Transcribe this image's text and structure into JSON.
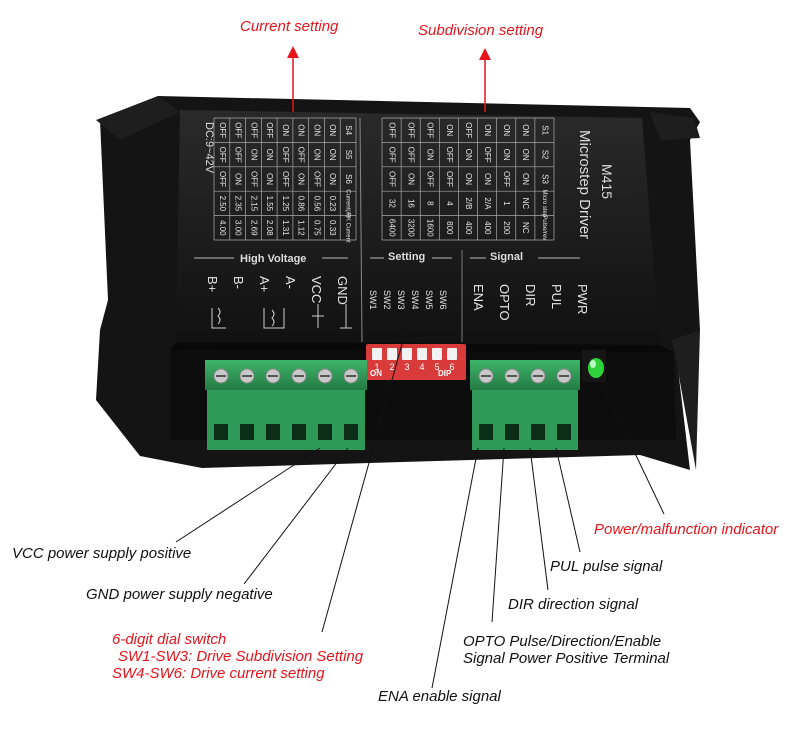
{
  "callouts": {
    "current_setting": "Current setting",
    "subdivision_setting": "Subdivision setting",
    "power_indicator": "Power/malfunction indicator",
    "pul": "PUL pulse signal",
    "dir": "DIR direction signal",
    "opto_line1": "OPTO Pulse/Direction/Enable",
    "opto_line2": "Signal Power Positive Terminal",
    "ena": "ENA enable signal",
    "vcc": "VCC power supply positive",
    "gnd": "GND power supply negative",
    "dial_line1": "6-digit dial switch",
    "dial_line2": "SW1-SW3: Drive Subdivision Setting",
    "dial_line3": "SW4-SW6: Drive current setting"
  },
  "device": {
    "name": "Microstep Driver",
    "model": "M415",
    "voltage_range": "DC:9~42V",
    "section_high_voltage": "High Voltage",
    "section_setting": "Setting",
    "section_signal": "Signal",
    "power_terminals": [
      "B+",
      "B-",
      "A+",
      "A-",
      "VCC",
      "GND"
    ],
    "switch_labels": [
      "SW1",
      "SW2",
      "SW3",
      "SW4",
      "SW5",
      "SW6"
    ],
    "signal_terminals": [
      "ENA",
      "OPTO",
      "DIR",
      "PUL",
      "PWR"
    ],
    "dip_numbers": [
      "1",
      "2",
      "3",
      "4",
      "5",
      "6"
    ],
    "dip_on": "ON",
    "dip_label": "DIP"
  },
  "current_table": {
    "headers": [
      "S4",
      "S5",
      "S6",
      "Current(A)",
      "PK Current"
    ],
    "rows": [
      [
        "ON",
        "ON",
        "ON",
        "0.23",
        "0.33"
      ],
      [
        "ON",
        "ON",
        "OFF",
        "0.56",
        "0.75"
      ],
      [
        "ON",
        "OFF",
        "ON",
        "0.86",
        "1.12"
      ],
      [
        "ON",
        "OFF",
        "OFF",
        "1.25",
        "1.31"
      ],
      [
        "OFF",
        "ON",
        "ON",
        "1.55",
        "2.08"
      ],
      [
        "OFF",
        "ON",
        "OFF",
        "2.15",
        "2.69"
      ],
      [
        "OFF",
        "OFF",
        "ON",
        "2.35",
        "3.00"
      ],
      [
        "OFF",
        "OFF",
        "OFF",
        "2.50",
        "4.00"
      ]
    ]
  },
  "subdivision_table": {
    "headers": [
      "S1",
      "S2",
      "S3",
      "Micro step",
      "Pulse/rev"
    ],
    "rows": [
      [
        "ON",
        "ON",
        "ON",
        "NC",
        "NC"
      ],
      [
        "ON",
        "ON",
        "OFF",
        "1",
        "200"
      ],
      [
        "ON",
        "OFF",
        "ON",
        "2/A",
        "400"
      ],
      [
        "OFF",
        "ON",
        "ON",
        "2/B",
        "400"
      ],
      [
        "ON",
        "OFF",
        "OFF",
        "4",
        "800"
      ],
      [
        "OFF",
        "ON",
        "OFF",
        "8",
        "1600"
      ],
      [
        "OFF",
        "OFF",
        "ON",
        "16",
        "3200"
      ],
      [
        "OFF",
        "OFF",
        "OFF",
        "32",
        "6400"
      ]
    ]
  },
  "colors": {
    "accent_red": "#e8141b",
    "case_black": "#1b1b1b",
    "terminal_green": "#2f9a58",
    "dip_red": "#d93a3a",
    "led_green": "#2fd23a"
  }
}
